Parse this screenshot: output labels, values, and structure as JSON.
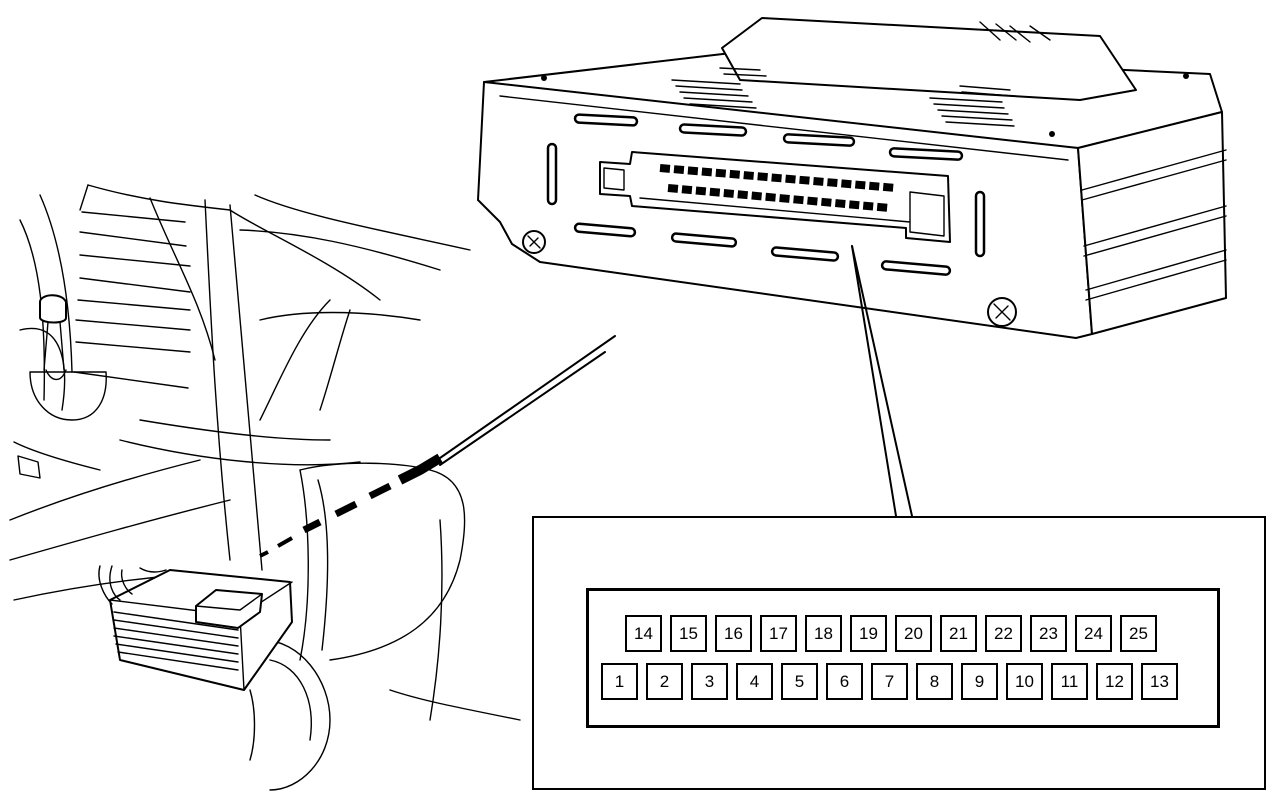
{
  "connector": {
    "top_row": [
      "14",
      "15",
      "16",
      "17",
      "18",
      "19",
      "20",
      "21",
      "22",
      "23",
      "24",
      "25"
    ],
    "bottom_row": [
      "1",
      "2",
      "3",
      "4",
      "5",
      "6",
      "7",
      "8",
      "9",
      "10",
      "11",
      "12",
      "13"
    ]
  },
  "colors": {
    "line": "#000000",
    "background": "#ffffff"
  },
  "icons": [
    "gearshift-knob-icon",
    "control-unit-icon",
    "screw-head-icon"
  ]
}
